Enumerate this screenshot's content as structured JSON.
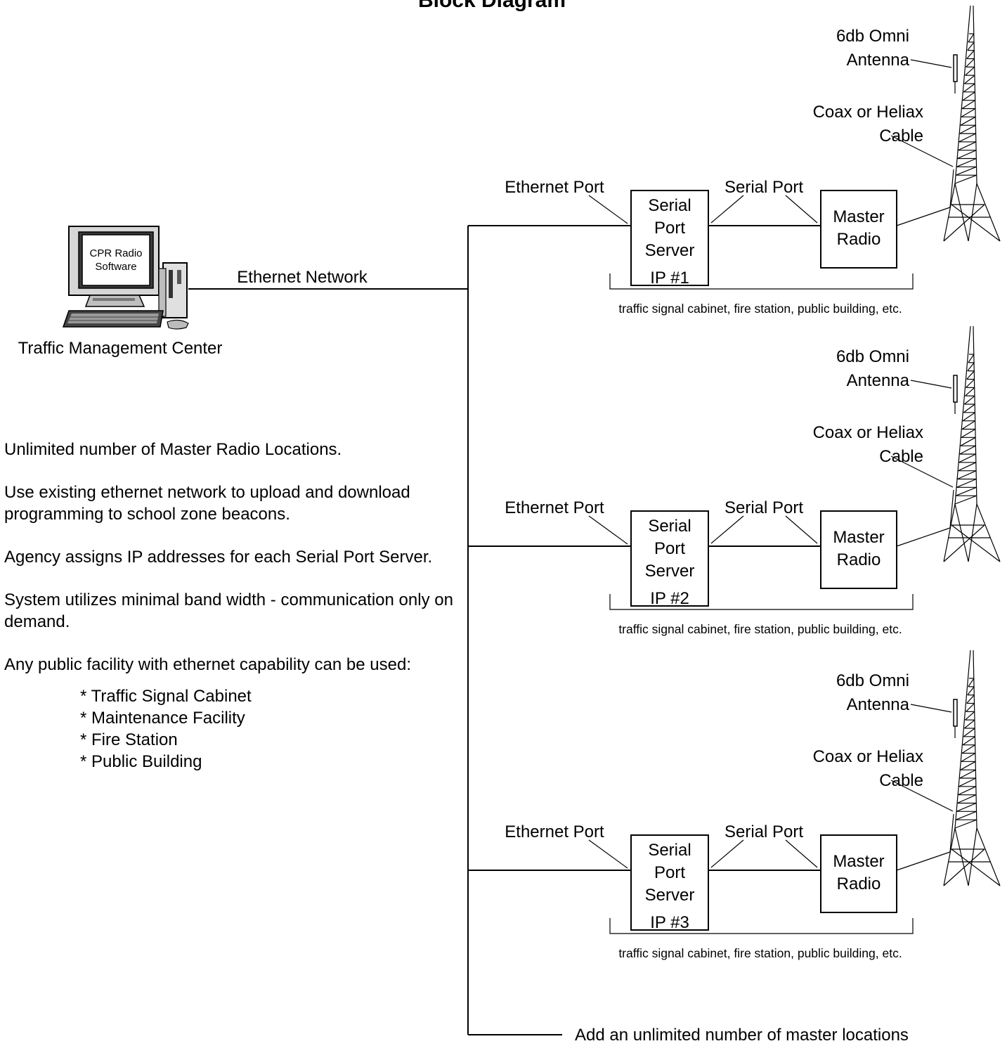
{
  "title": "Block Diagram",
  "tmc": {
    "screen_text": [
      "CPR Radio",
      "Software"
    ],
    "label": "Traffic Management Center"
  },
  "network_label": "Ethernet Network",
  "sites": [
    {
      "ethernet_port": "Ethernet Port",
      "server_lines": [
        "Serial",
        "Port",
        "Server"
      ],
      "serial_port": "Serial Port",
      "radio_lines": [
        "Master",
        "Radio"
      ],
      "ip": "IP #1",
      "location_note": "traffic signal cabinet, fire station, public building, etc.",
      "antenna_lines": [
        "6db Omni",
        "Antenna"
      ],
      "cable_lines": [
        "Coax or Heliax",
        "Cable"
      ]
    },
    {
      "ethernet_port": "Ethernet Port",
      "server_lines": [
        "Serial",
        "Port",
        "Server"
      ],
      "serial_port": "Serial Port",
      "radio_lines": [
        "Master",
        "Radio"
      ],
      "ip": "IP #2",
      "location_note": "traffic signal cabinet, fire station, public building, etc.",
      "antenna_lines": [
        "6db Omni",
        "Antenna"
      ],
      "cable_lines": [
        "Coax or Heliax",
        "Cable"
      ]
    },
    {
      "ethernet_port": "Ethernet Port",
      "server_lines": [
        "Serial",
        "Port",
        "Server"
      ],
      "serial_port": "Serial Port",
      "radio_lines": [
        "Master",
        "Radio"
      ],
      "ip": "IP #3",
      "location_note": "traffic signal cabinet, fire station, public building, etc.",
      "antenna_lines": [
        "6db Omni",
        "Antenna"
      ],
      "cable_lines": [
        "Coax or Heliax",
        "Cable"
      ]
    }
  ],
  "add_more_label": "Add an unlimited number of master locations",
  "notes": [
    "Unlimited number of Master Radio Locations.",
    "Use existing ethernet network to upload and download programming to school zone beacons.",
    "Agency assigns IP addresses for each Serial Port Server.",
    "System utilizes minimal band width - communication only on demand.",
    "Any public facility with ethernet capability can be used:"
  ],
  "facility_list": [
    "* Traffic Signal Cabinet",
    "* Maintenance Facility",
    "* Fire Station",
    "* Public Building"
  ]
}
